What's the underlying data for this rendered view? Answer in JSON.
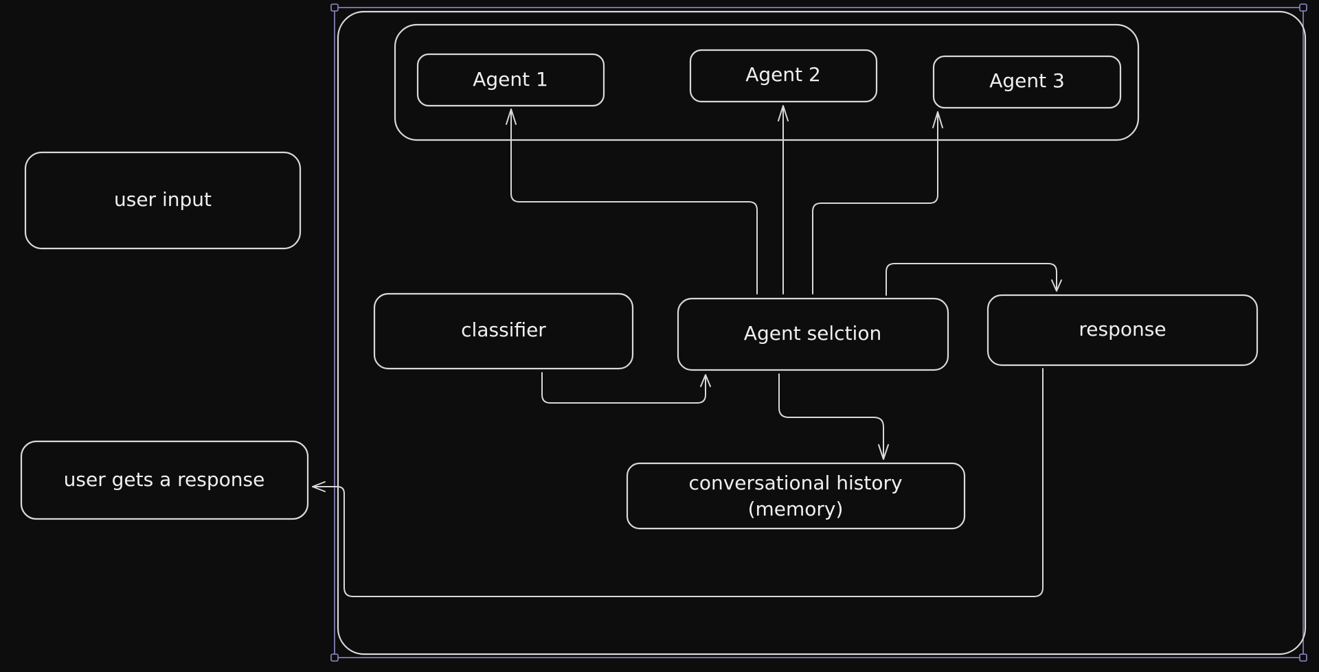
{
  "diagram": {
    "nodes": {
      "user_input": "user input",
      "user_gets_response": "user gets a response",
      "agent_1": "Agent 1",
      "agent_2": "Agent 2",
      "agent_3": "Agent 3",
      "classifier": "classifier",
      "agent_selection": "Agent selction",
      "response": "response",
      "memory_line1": "conversational history",
      "memory_line2": "(memory)"
    },
    "edges": [
      {
        "from": "classifier",
        "to": "agent_selection"
      },
      {
        "from": "agent_selection",
        "to": "agent_1"
      },
      {
        "from": "agent_selection",
        "to": "agent_2"
      },
      {
        "from": "agent_selection",
        "to": "agent_3"
      },
      {
        "from": "agent_selection",
        "to": "response"
      },
      {
        "from": "agent_selection",
        "to": "conversational_history"
      },
      {
        "from": "response",
        "to": "user_gets_response"
      }
    ],
    "colors": {
      "background": "#0d0d0e",
      "stroke": "#d9d9d9",
      "selection": "#8f8cc8"
    }
  }
}
